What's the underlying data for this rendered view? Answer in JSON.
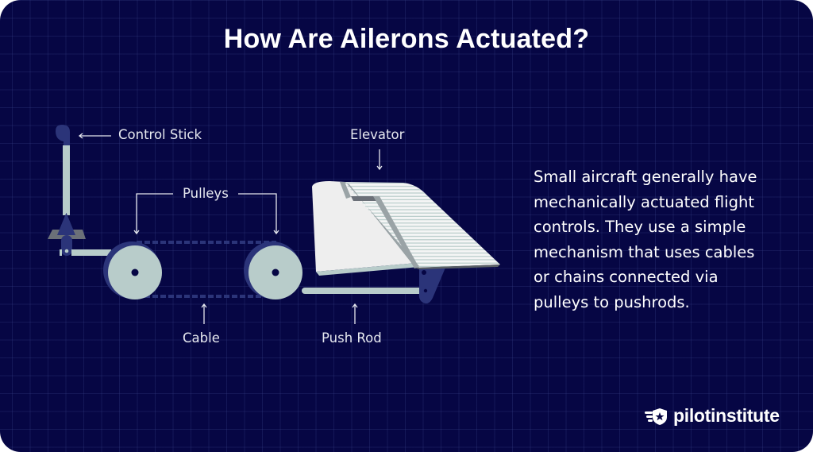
{
  "title": "How Are Ailerons Actuated?",
  "labels": {
    "control_stick": "Control Stick",
    "pulleys": "Pulleys",
    "elevator": "Elevator",
    "cable": "Cable",
    "push_rod": "Push Rod"
  },
  "description": {
    "lines": [
      "Small aircraft generally have",
      "mechanically actuated flight",
      "controls. They use a simple",
      "mechanism that uses cables",
      "or chains connected via",
      "pulleys to pushrods."
    ]
  },
  "brand": {
    "logo_icon": "winged-shield-star-icon",
    "name": "pilotinstitute"
  },
  "colors": {
    "background": "#060644",
    "grid": "#2a3276",
    "component_light": "#b8ccca",
    "component_dark": "#2b3479",
    "elevator_surface": "#f2f2f2"
  }
}
